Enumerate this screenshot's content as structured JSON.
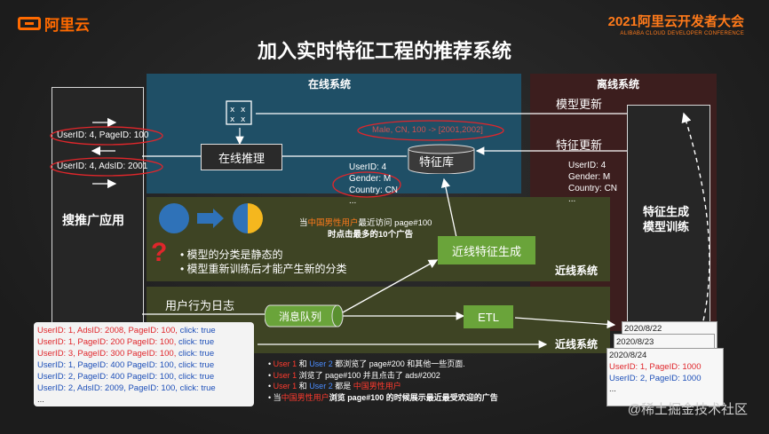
{
  "header": {
    "logo_text": "阿里云",
    "conference_title": "2021阿里云开发者大会",
    "conference_subtitle": "ALIBABA CLOUD DEVELOPER CONFERENCE",
    "main_title": "加入实时特征工程的推荐系统"
  },
  "sections": {
    "online": "在线系统",
    "offline": "离线系统",
    "nearline_1": "近线系统",
    "nearline_2": "近线系统"
  },
  "app": {
    "label": "搜推广应用",
    "request_1": "UserID: 4, PageID: 100",
    "request_2": "UserID: 4, AdsID: 2001"
  },
  "online": {
    "inference_label": "在线推理",
    "feature_store_label": "特征库",
    "cache_key": "Male, CN, 100 -> [2001,2002]",
    "user_info": [
      "UserID: 4",
      "Gender: M",
      "Country: CN",
      "..."
    ]
  },
  "offline": {
    "model_update": "模型更新",
    "feature_update": "特征更新",
    "user_info": [
      "UserID: 4",
      "Gender: M",
      "Country: CN",
      "..."
    ],
    "feature_gen_1": "特征生成",
    "feature_gen_2": "模型训练"
  },
  "nearline": {
    "query_line_1_a": "当",
    "query_line_1_b": "中国男性用户",
    "query_line_1_c": "最近访问 page#100",
    "query_line_2": "时点击最多的10个广告",
    "gen_label": "近线特征生成",
    "bullet_1": "模型的分类是静态的",
    "bullet_2": "模型重新训练后才能产生新的分类",
    "question_mark": "?"
  },
  "stream": {
    "behavior_log": "用户行为日志",
    "queue_label": "消息队列",
    "etl_label": "ETL"
  },
  "log": {
    "lines": [
      {
        "uid": "UserID: 1,",
        "key": "AdsID: 2008,",
        "page": "PageID: 100,",
        "rest": "click: true"
      },
      {
        "uid": "UserID: 1,",
        "key": "PageID: 200",
        "page": "PageID: 100,",
        "rest": "click: true"
      },
      {
        "uid": "UserID: 3,",
        "key": "PageID: 300",
        "page": "PageID: 100,",
        "rest": "click: true"
      },
      {
        "uid": "UserID: 1,",
        "key": "PageID: 400",
        "page": "PageID: 100,",
        "rest": "click: true"
      },
      {
        "uid": "UserID: 2,",
        "key": "PageID: 400",
        "page": "PageID: 100,",
        "rest": "click: true"
      },
      {
        "uid": "UserID: 2,",
        "key": "AdsID: 2009,",
        "page": "PageID: 100,",
        "rest": "click: true"
      }
    ],
    "ellipsis": "..."
  },
  "daily": {
    "dates": [
      "2020/8/22",
      "2020/8/23",
      "2020/8/24"
    ],
    "line_1": "UserID: 1, PageID: 1000",
    "line_2": "UserID: 2, PageID: 1000",
    "ellipsis": "..."
  },
  "notes": {
    "n1_a": "User 1",
    "n1_b": " 和 ",
    "n1_c": "User 2",
    "n1_d": " 都浏览了 page#200 和其他一些页面.",
    "n2_a": "User 1",
    "n2_b": " 浏览了 page#100 并且点击了 ads#2002",
    "n3_a": "User 1",
    "n3_b": " 和 ",
    "n3_c": "User 2",
    "n3_d": " 都是 ",
    "n3_e": "中国男性用户",
    "n4_a": "当",
    "n4_b": "中国男性用户",
    "n4_c": "浏览 page#100 的时候展示最近最受欢迎的广告"
  },
  "watermark": "@稀土掘金技术社区",
  "colors": {
    "brand_orange": "#ff6a00",
    "online_bg": "#1f4f66",
    "offline_bg": "#3c1e1e",
    "nearline_bg": "#3e4424",
    "green": "#6aa43a",
    "highlight_red": "#e0262b",
    "pie_blue": "#2f72b8",
    "pie_yellow": "#f5b71e"
  }
}
